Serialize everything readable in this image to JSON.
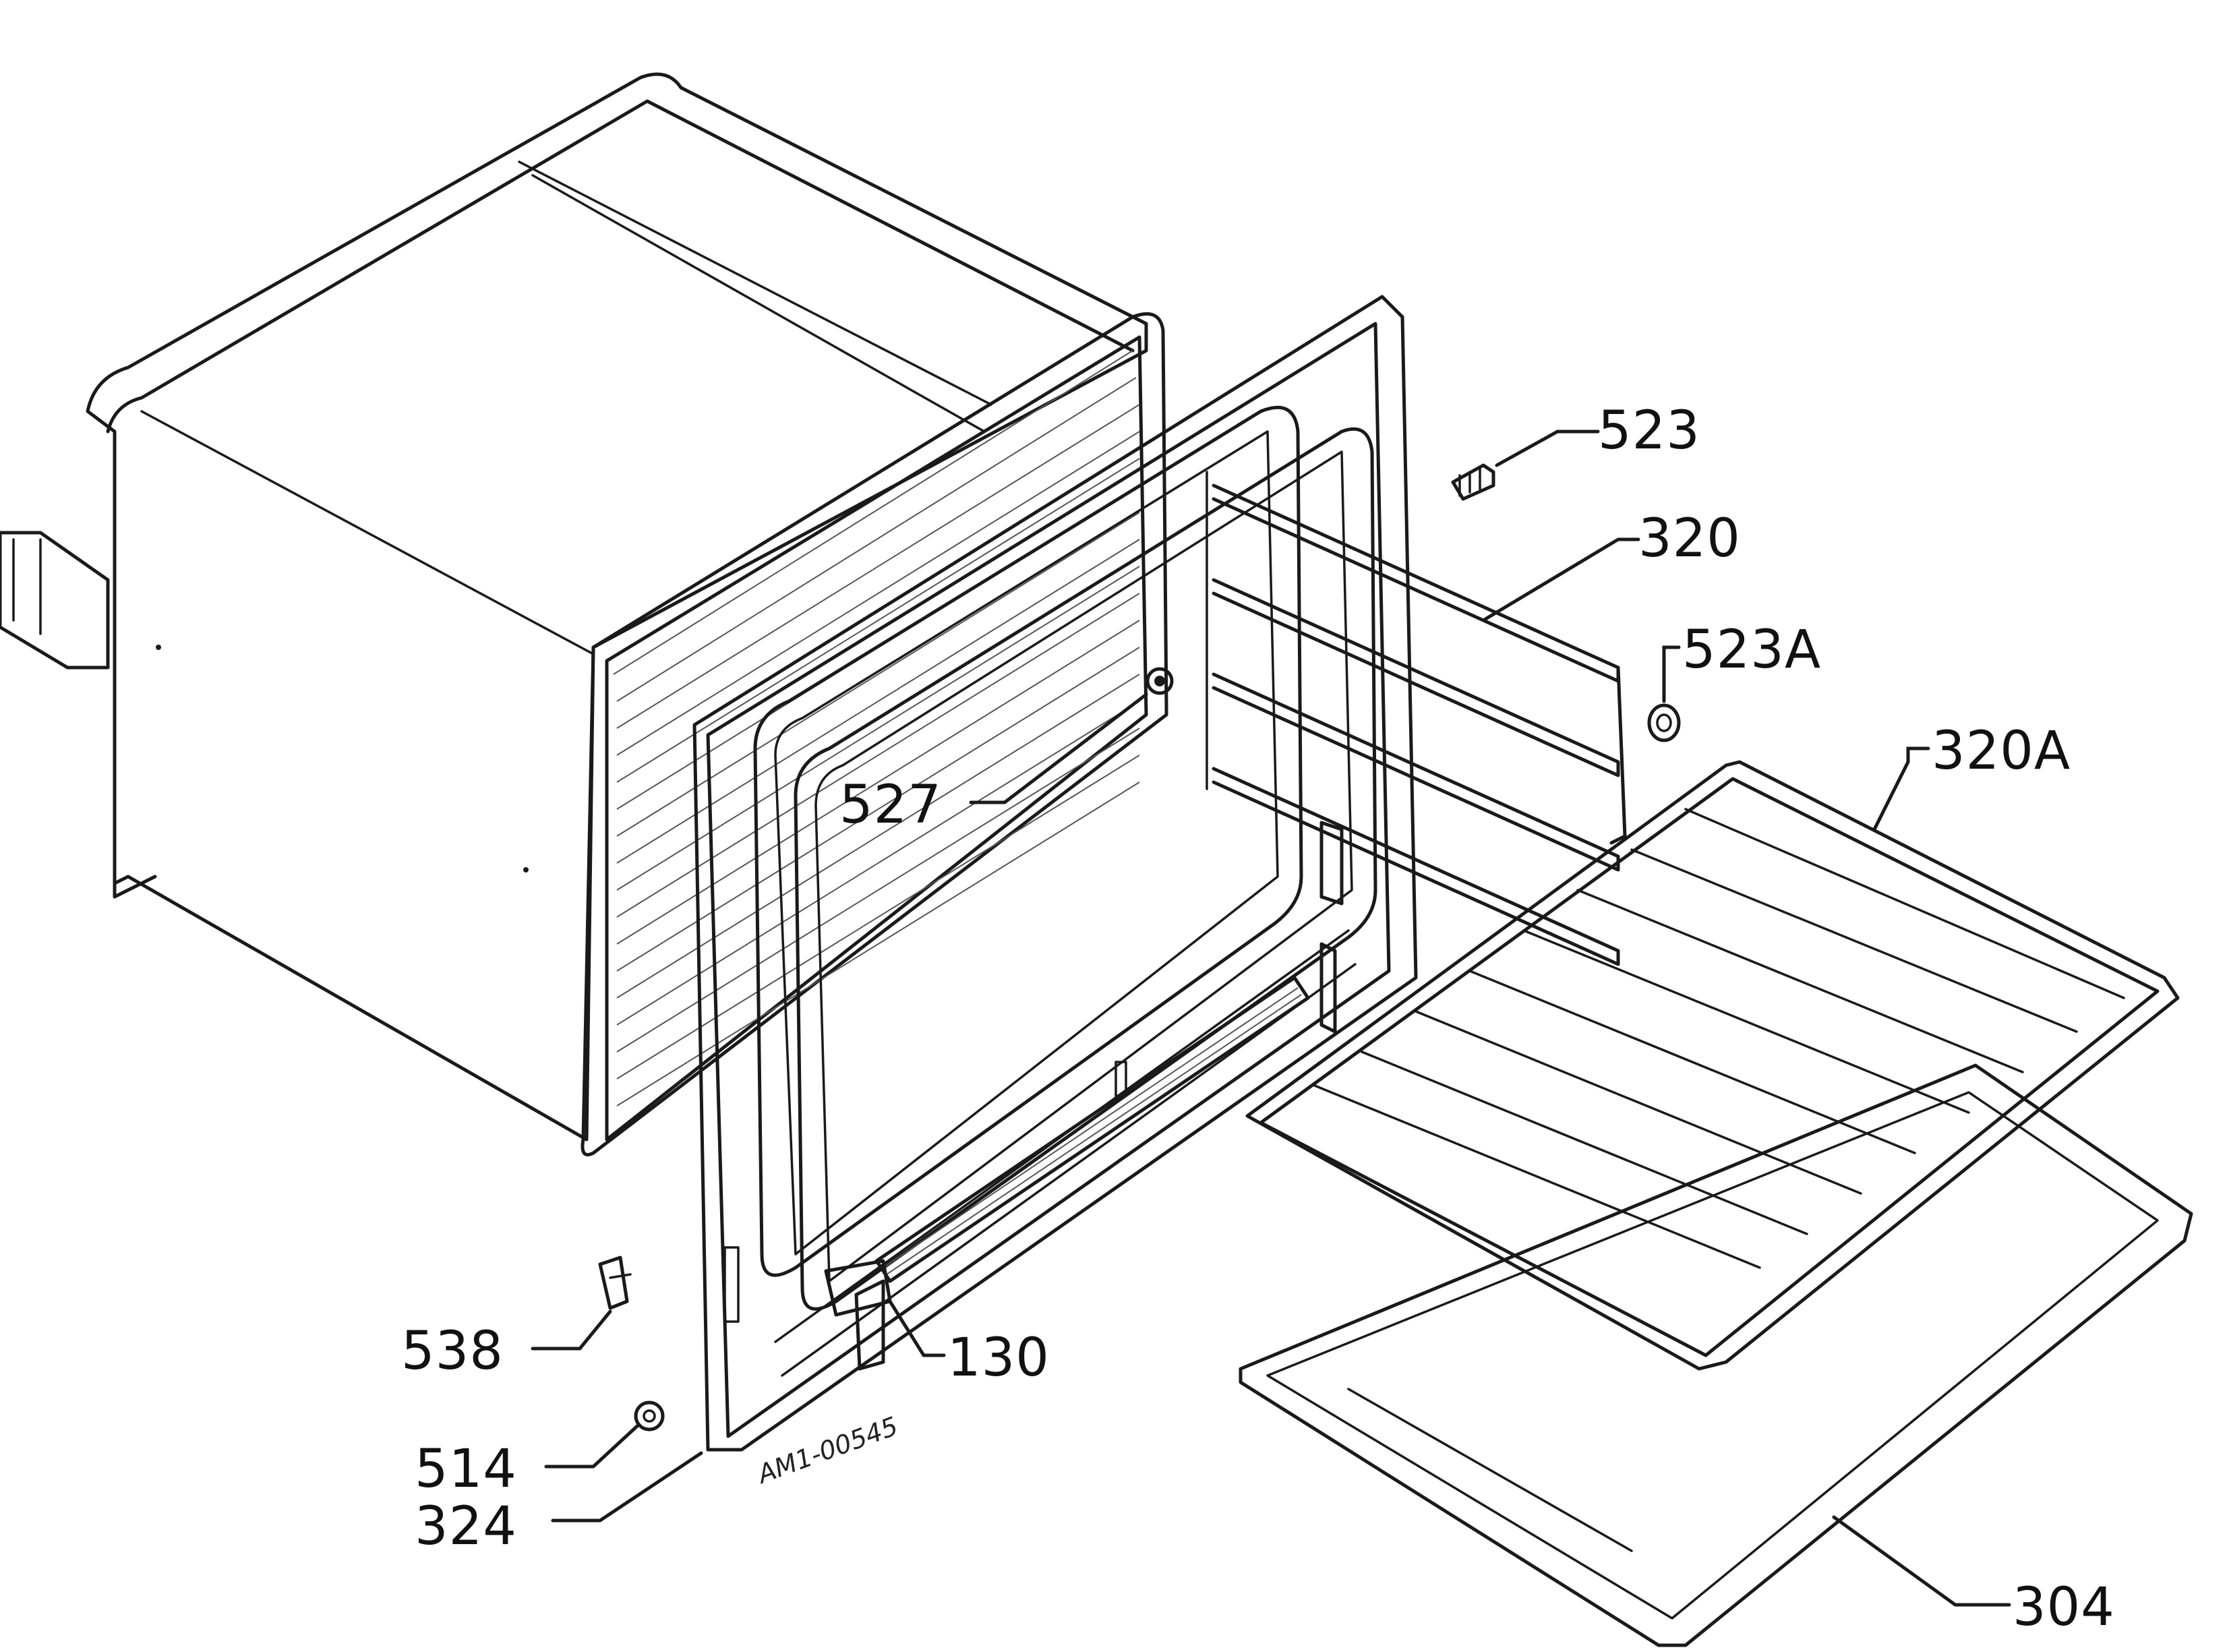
{
  "diagram": {
    "drawing_code": "AM1-00545",
    "parts": [
      {
        "id": "p523",
        "label": "523"
      },
      {
        "id": "p320",
        "label": "320"
      },
      {
        "id": "p523A",
        "label": "523A"
      },
      {
        "id": "p320A",
        "label": "320A"
      },
      {
        "id": "p527",
        "label": "527"
      },
      {
        "id": "p538",
        "label": "538"
      },
      {
        "id": "p130",
        "label": "130"
      },
      {
        "id": "p514",
        "label": "514"
      },
      {
        "id": "p324",
        "label": "324"
      },
      {
        "id": "p304",
        "label": "304"
      }
    ]
  }
}
